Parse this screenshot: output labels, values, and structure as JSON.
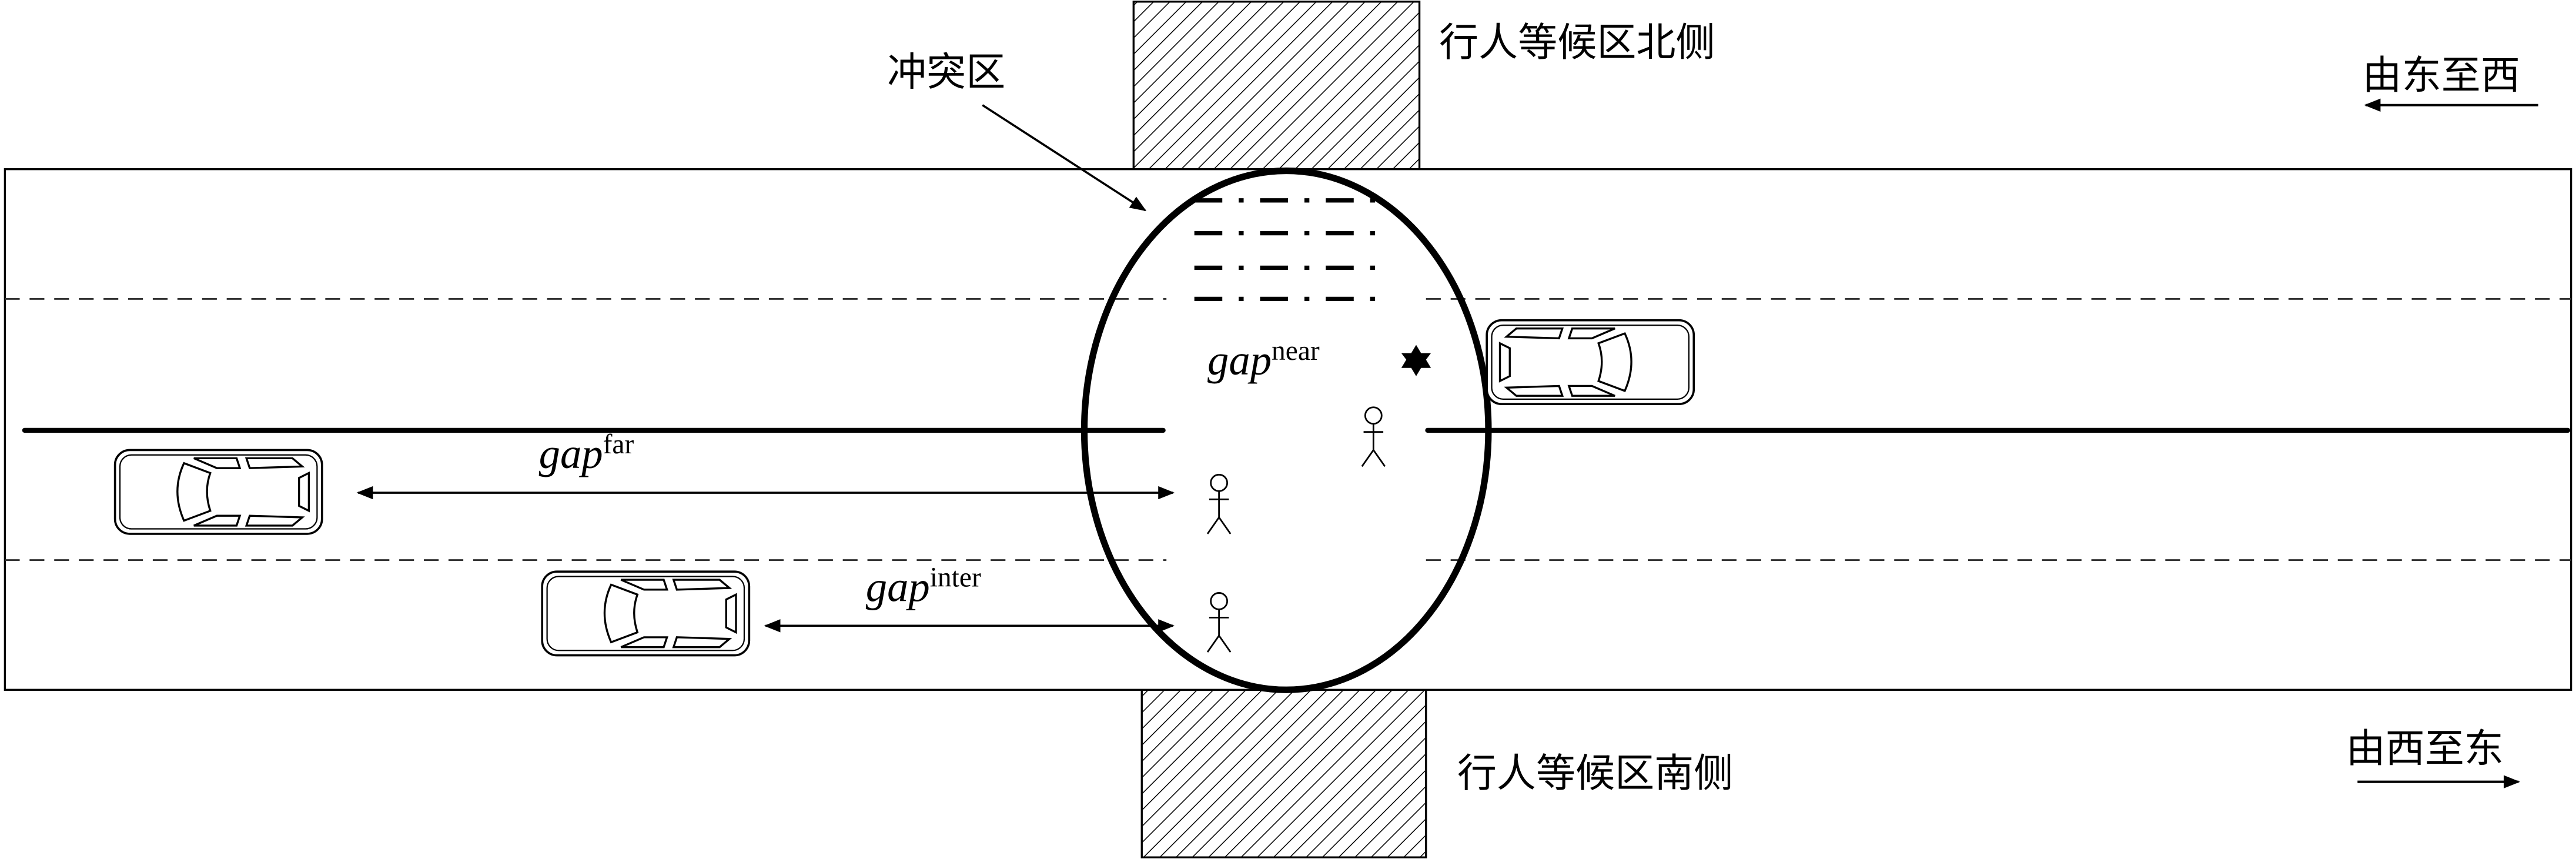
{
  "labels": {
    "conflict_zone": "冲突区",
    "north_waiting_area": "行人等候区北侧",
    "south_waiting_area": "行人等候区南侧",
    "east_to_west": "由东至西",
    "west_to_east": "由西至东"
  },
  "gaps": {
    "base": "gap",
    "near": "near",
    "far": "far",
    "inter": "inter"
  }
}
